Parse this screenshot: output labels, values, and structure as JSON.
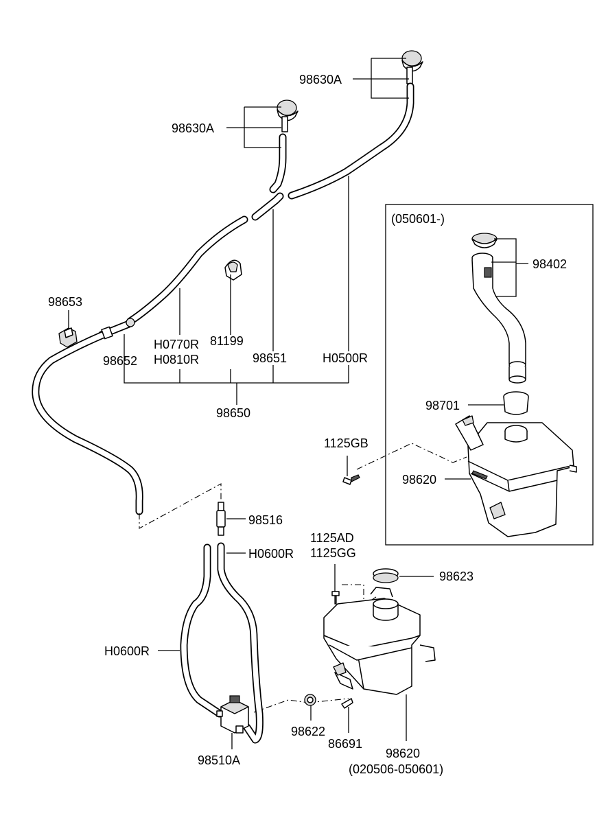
{
  "labels": {
    "nozzle_left": "98630A",
    "nozzle_right": "98630A",
    "grommet": "98653",
    "connector_98652": "98652",
    "hose_h0770r": "H0770R",
    "hose_h0810r": "H0810R",
    "clip_81199": "81199",
    "connector_98651": "98651",
    "hose_h0500r": "H0500R",
    "hose_assembly": "98650",
    "joint": "98516",
    "hose_h0600r_right": "H0600R",
    "hose_h0600r_left": "H0600R",
    "pump": "98510A",
    "bolt_1125ad": "1125AD",
    "bolt_1125gg": "1125GG",
    "cap_98623": "98623",
    "grommet_98622": "98622",
    "bolt_86691": "86691",
    "reservoir_old": "98620",
    "reservoir_old_dates": "(020506-050601)",
    "inset_dates": "(050601-)",
    "filler_98402": "98402",
    "seal_98701": "98701",
    "bolt_1125gb": "1125GB",
    "reservoir_new": "98620"
  }
}
